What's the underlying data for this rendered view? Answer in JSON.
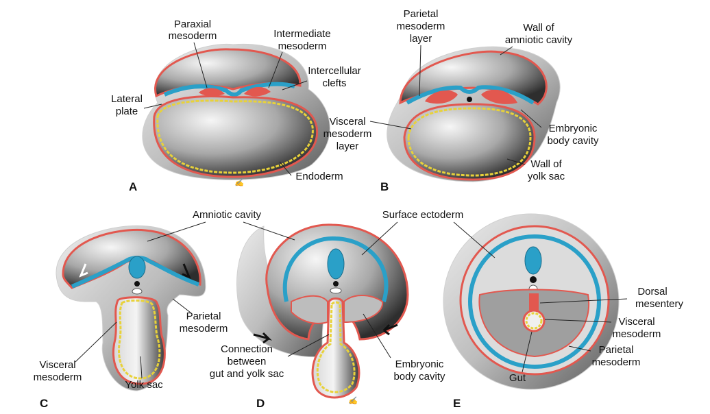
{
  "colors": {
    "ectoderm": "#2aa0c8",
    "mesoderm": "#e2584f",
    "endoderm": "#e8d23a",
    "shadow": "#3a3a3a",
    "light": "#f2f2f2"
  },
  "panels": {
    "A": {
      "letter": "A",
      "paraxial": [
        "Paraxial",
        "mesoderm"
      ],
      "intermediate": [
        "Intermediate",
        "mesoderm"
      ],
      "clefts": [
        "Intercellular",
        "clefts"
      ],
      "lateral": [
        "Lateral",
        "plate"
      ],
      "endoderm": "Endoderm"
    },
    "B": {
      "letter": "B",
      "parietal": [
        "Parietal",
        "mesoderm",
        "layer"
      ],
      "amnion_wall": [
        "Wall of",
        "amniotic cavity"
      ],
      "visceral": [
        "Visceral",
        "mesoderm",
        "layer"
      ],
      "body_cavity": [
        "Embryonic",
        "body cavity"
      ],
      "yolk_wall": [
        "Wall of",
        "yolk sac"
      ]
    },
    "C": {
      "letter": "C",
      "parietal": [
        "Parietal",
        "mesoderm"
      ],
      "visceral": [
        "Visceral",
        "mesoderm"
      ],
      "yolk_sac": "Yolk sac"
    },
    "D": {
      "letter": "D",
      "connection": [
        "Connection",
        "between",
        "gut and yolk sac"
      ],
      "body_cavity": [
        "Embryonic",
        "body cavity"
      ]
    },
    "E": {
      "letter": "E",
      "dorsal": [
        "Dorsal",
        "mesentery"
      ],
      "visceral": [
        "Visceral",
        "mesoderm"
      ],
      "parietal": [
        "Parietal",
        "mesoderm"
      ],
      "gut": "Gut"
    },
    "shared": {
      "amniotic_cavity": "Amniotic cavity",
      "surface_ectoderm": "Surface ectoderm"
    }
  }
}
